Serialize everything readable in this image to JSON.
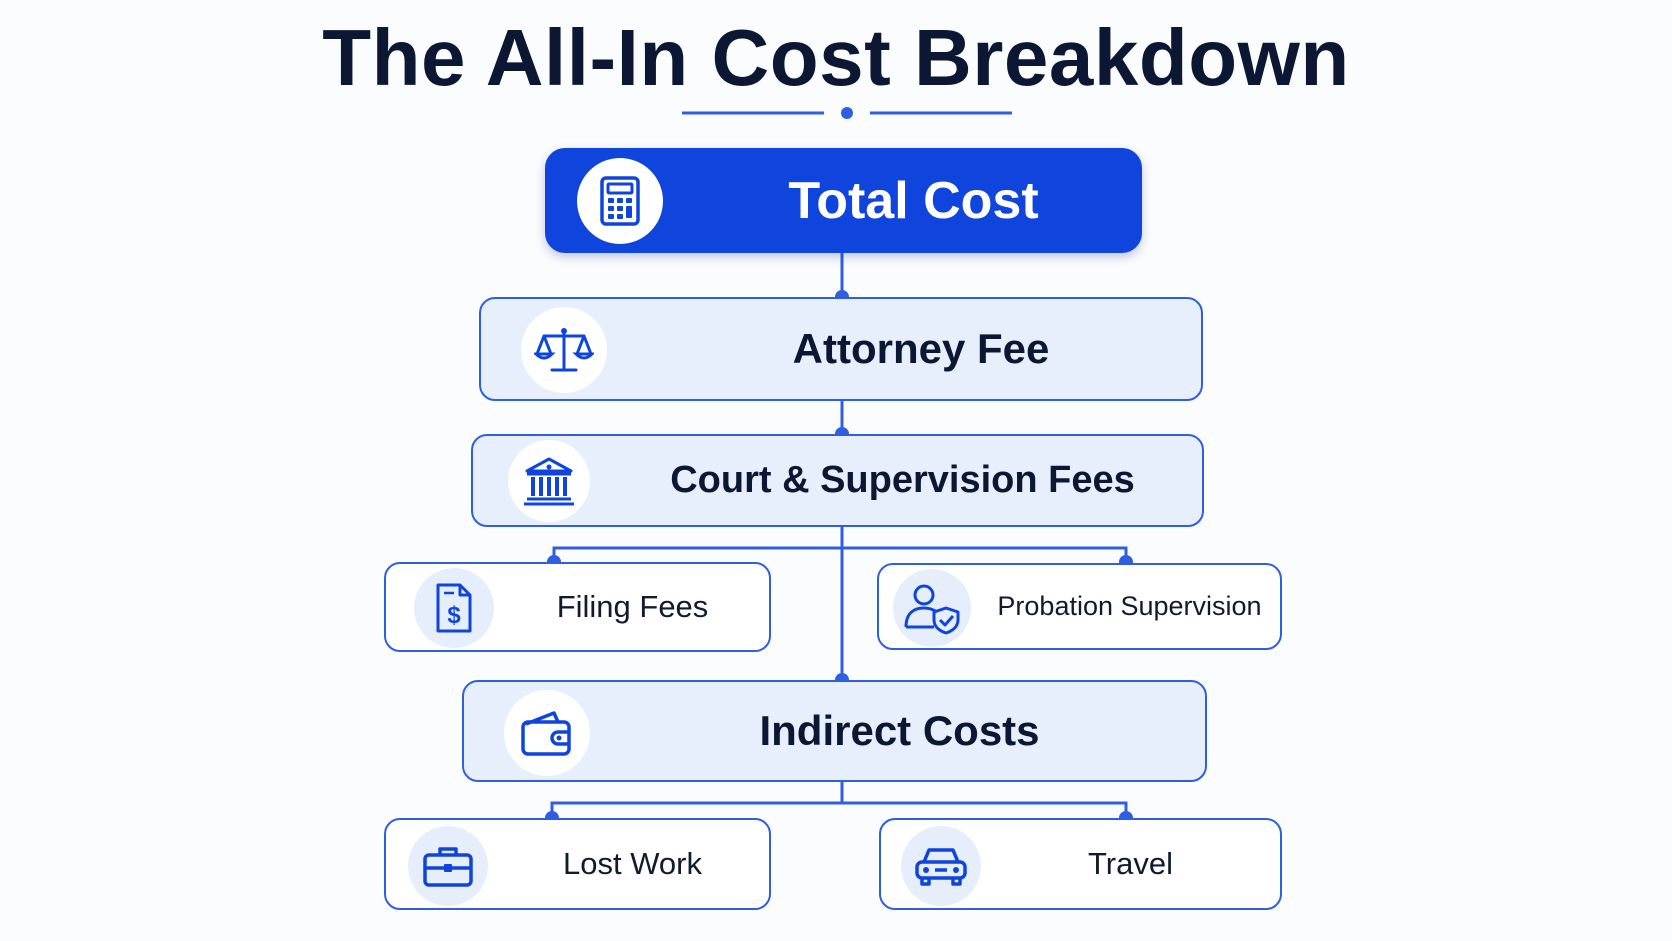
{
  "title": "The All-In Cost Breakdown",
  "nodes": {
    "total": {
      "label": "Total Cost",
      "icon": "calculator-icon"
    },
    "attorney": {
      "label": "Attorney Fee",
      "icon": "scales-icon"
    },
    "court": {
      "label": "Court & Supervision Fees",
      "icon": "courthouse-icon"
    },
    "filing": {
      "label": "Filing Fees",
      "icon": "dollar-document-icon"
    },
    "probation": {
      "label": "Probation Supervision",
      "icon": "user-shield-icon"
    },
    "indirect": {
      "label": "Indirect Costs",
      "icon": "wallet-icon"
    },
    "lost_work": {
      "label": "Lost Work",
      "icon": "briefcase-icon"
    },
    "travel": {
      "label": "Travel",
      "icon": "car-icon"
    }
  },
  "colors": {
    "accent": "#0f45dc",
    "line": "#2f5fe0",
    "box_fill": "#e8effc",
    "title_text": "#0c1733"
  }
}
